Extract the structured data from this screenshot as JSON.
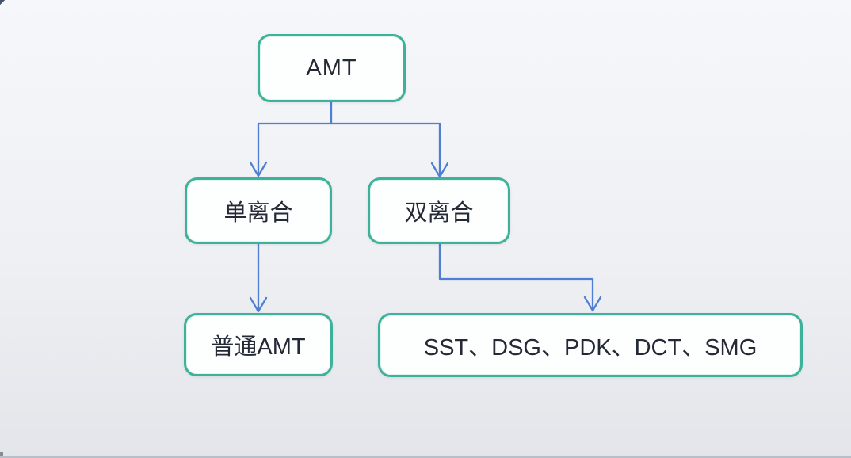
{
  "diagram": {
    "nodes": [
      {
        "id": "amt",
        "label": "AMT"
      },
      {
        "id": "single-clutch",
        "label": "单离合"
      },
      {
        "id": "dual-clutch",
        "label": "双离合"
      },
      {
        "id": "ordinary-amt",
        "label": "普通AMT"
      },
      {
        "id": "dual-clutch-types",
        "label": "SST、DSG、PDK、DCT、SMG"
      }
    ],
    "edges": [
      {
        "from": "AMT",
        "to": "单离合"
      },
      {
        "from": "AMT",
        "to": "双离合"
      },
      {
        "from": "单离合",
        "to": "普通AMT"
      },
      {
        "from": "双离合",
        "to": "SST、DSG、PDK、DCT、SMG"
      }
    ]
  },
  "colors": {
    "node_border": "#3eb19b",
    "node_fill": "#fdfefe",
    "connector": "#4f7fd2",
    "text": "#242936",
    "background_top": "#f6f7fa",
    "background_bottom": "#e3e5ea"
  }
}
